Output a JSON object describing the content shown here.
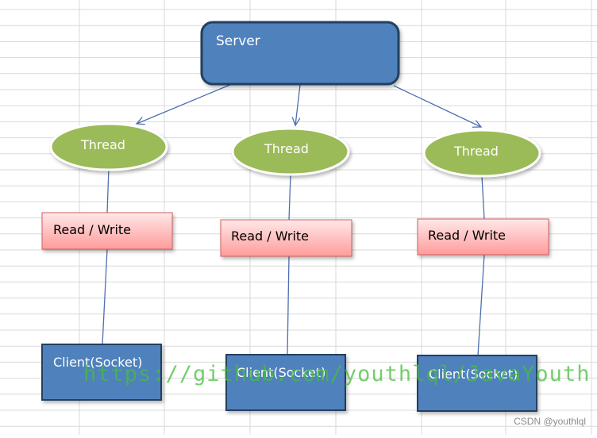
{
  "diagram": {
    "server": {
      "label": "Server"
    },
    "branches": [
      {
        "thread": "Thread",
        "io": "Read / Write",
        "client": "Client(Socket)"
      },
      {
        "thread": "Thread",
        "io": "Read / Write",
        "client": "Client(Socket)"
      },
      {
        "thread": "Thread",
        "io": "Read / Write",
        "client": "Client(Socket)"
      }
    ]
  },
  "overlay": {
    "watermark_url": "https://github.com/youthlql/JavaYouth",
    "credit": "CSDN @youthlql"
  },
  "colors": {
    "server_fill": "#4f81bd",
    "server_stroke": "#243f60",
    "thread_fill": "#9bbb59",
    "io_fill_top": "#ffe8e8",
    "io_fill_bottom": "#ff9b9b",
    "io_stroke": "#d06060",
    "client_fill": "#4f81bd",
    "connector": "#4f6fb0"
  }
}
